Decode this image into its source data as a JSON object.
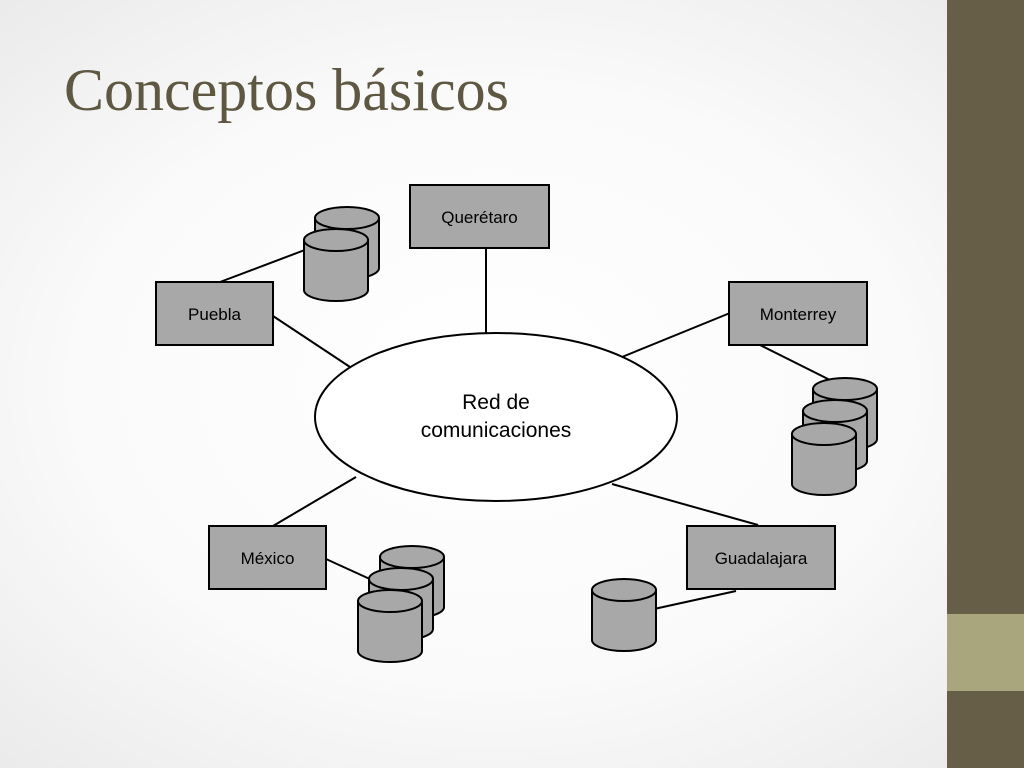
{
  "slide": {
    "title": "Conceptos básicos",
    "colors": {
      "title": "#5e5741",
      "band": "#675e47",
      "accent": "#a9a57c",
      "node_fill": "#a8a8a8"
    }
  },
  "diagram": {
    "hub": {
      "line1": "Red de",
      "line2": "comunicaciones"
    },
    "nodes": {
      "queretaro": "Querétaro",
      "puebla": "Puebla",
      "monterrey": "Monterrey",
      "mexico": "México",
      "guadalajara": "Guadalajara"
    }
  }
}
